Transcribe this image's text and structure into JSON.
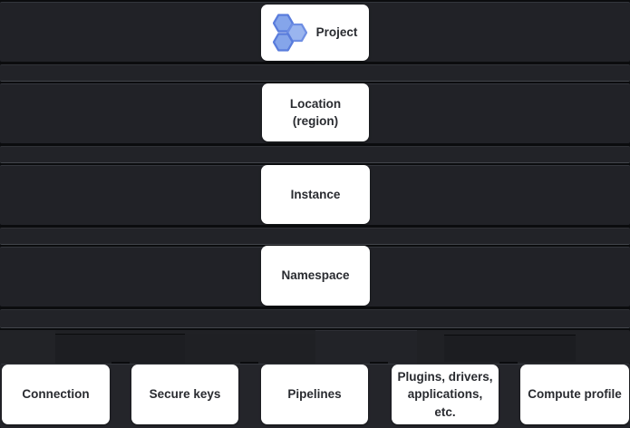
{
  "diagram": {
    "hierarchy": [
      {
        "id": "project",
        "label": "Project"
      },
      {
        "id": "location",
        "label": "Location (region)"
      },
      {
        "id": "instance",
        "label": "Instance"
      },
      {
        "id": "namespace",
        "label": "Namespace"
      }
    ],
    "namespace_resources": [
      {
        "id": "connection",
        "label": "Connection"
      },
      {
        "id": "secure-keys",
        "label": "Secure keys"
      },
      {
        "id": "pipelines",
        "label": "Pipelines"
      },
      {
        "id": "plugins",
        "label": "Plugins, drivers, applications, etc."
      },
      {
        "id": "compute-profile",
        "label": "Compute profile"
      }
    ],
    "project_icon": {
      "name": "hexagon-cluster-icon",
      "fill_primary": "#85A5EA",
      "stroke_primary": "#597CDC",
      "fill_secondary": "#9AB5EF",
      "stroke_secondary": "#6E8EE3"
    },
    "colors": {
      "band": "#212227",
      "band_thin": "#222328",
      "background": "#0b0c0e",
      "node_background": "#ffffff",
      "node_text": "#292b30"
    }
  }
}
